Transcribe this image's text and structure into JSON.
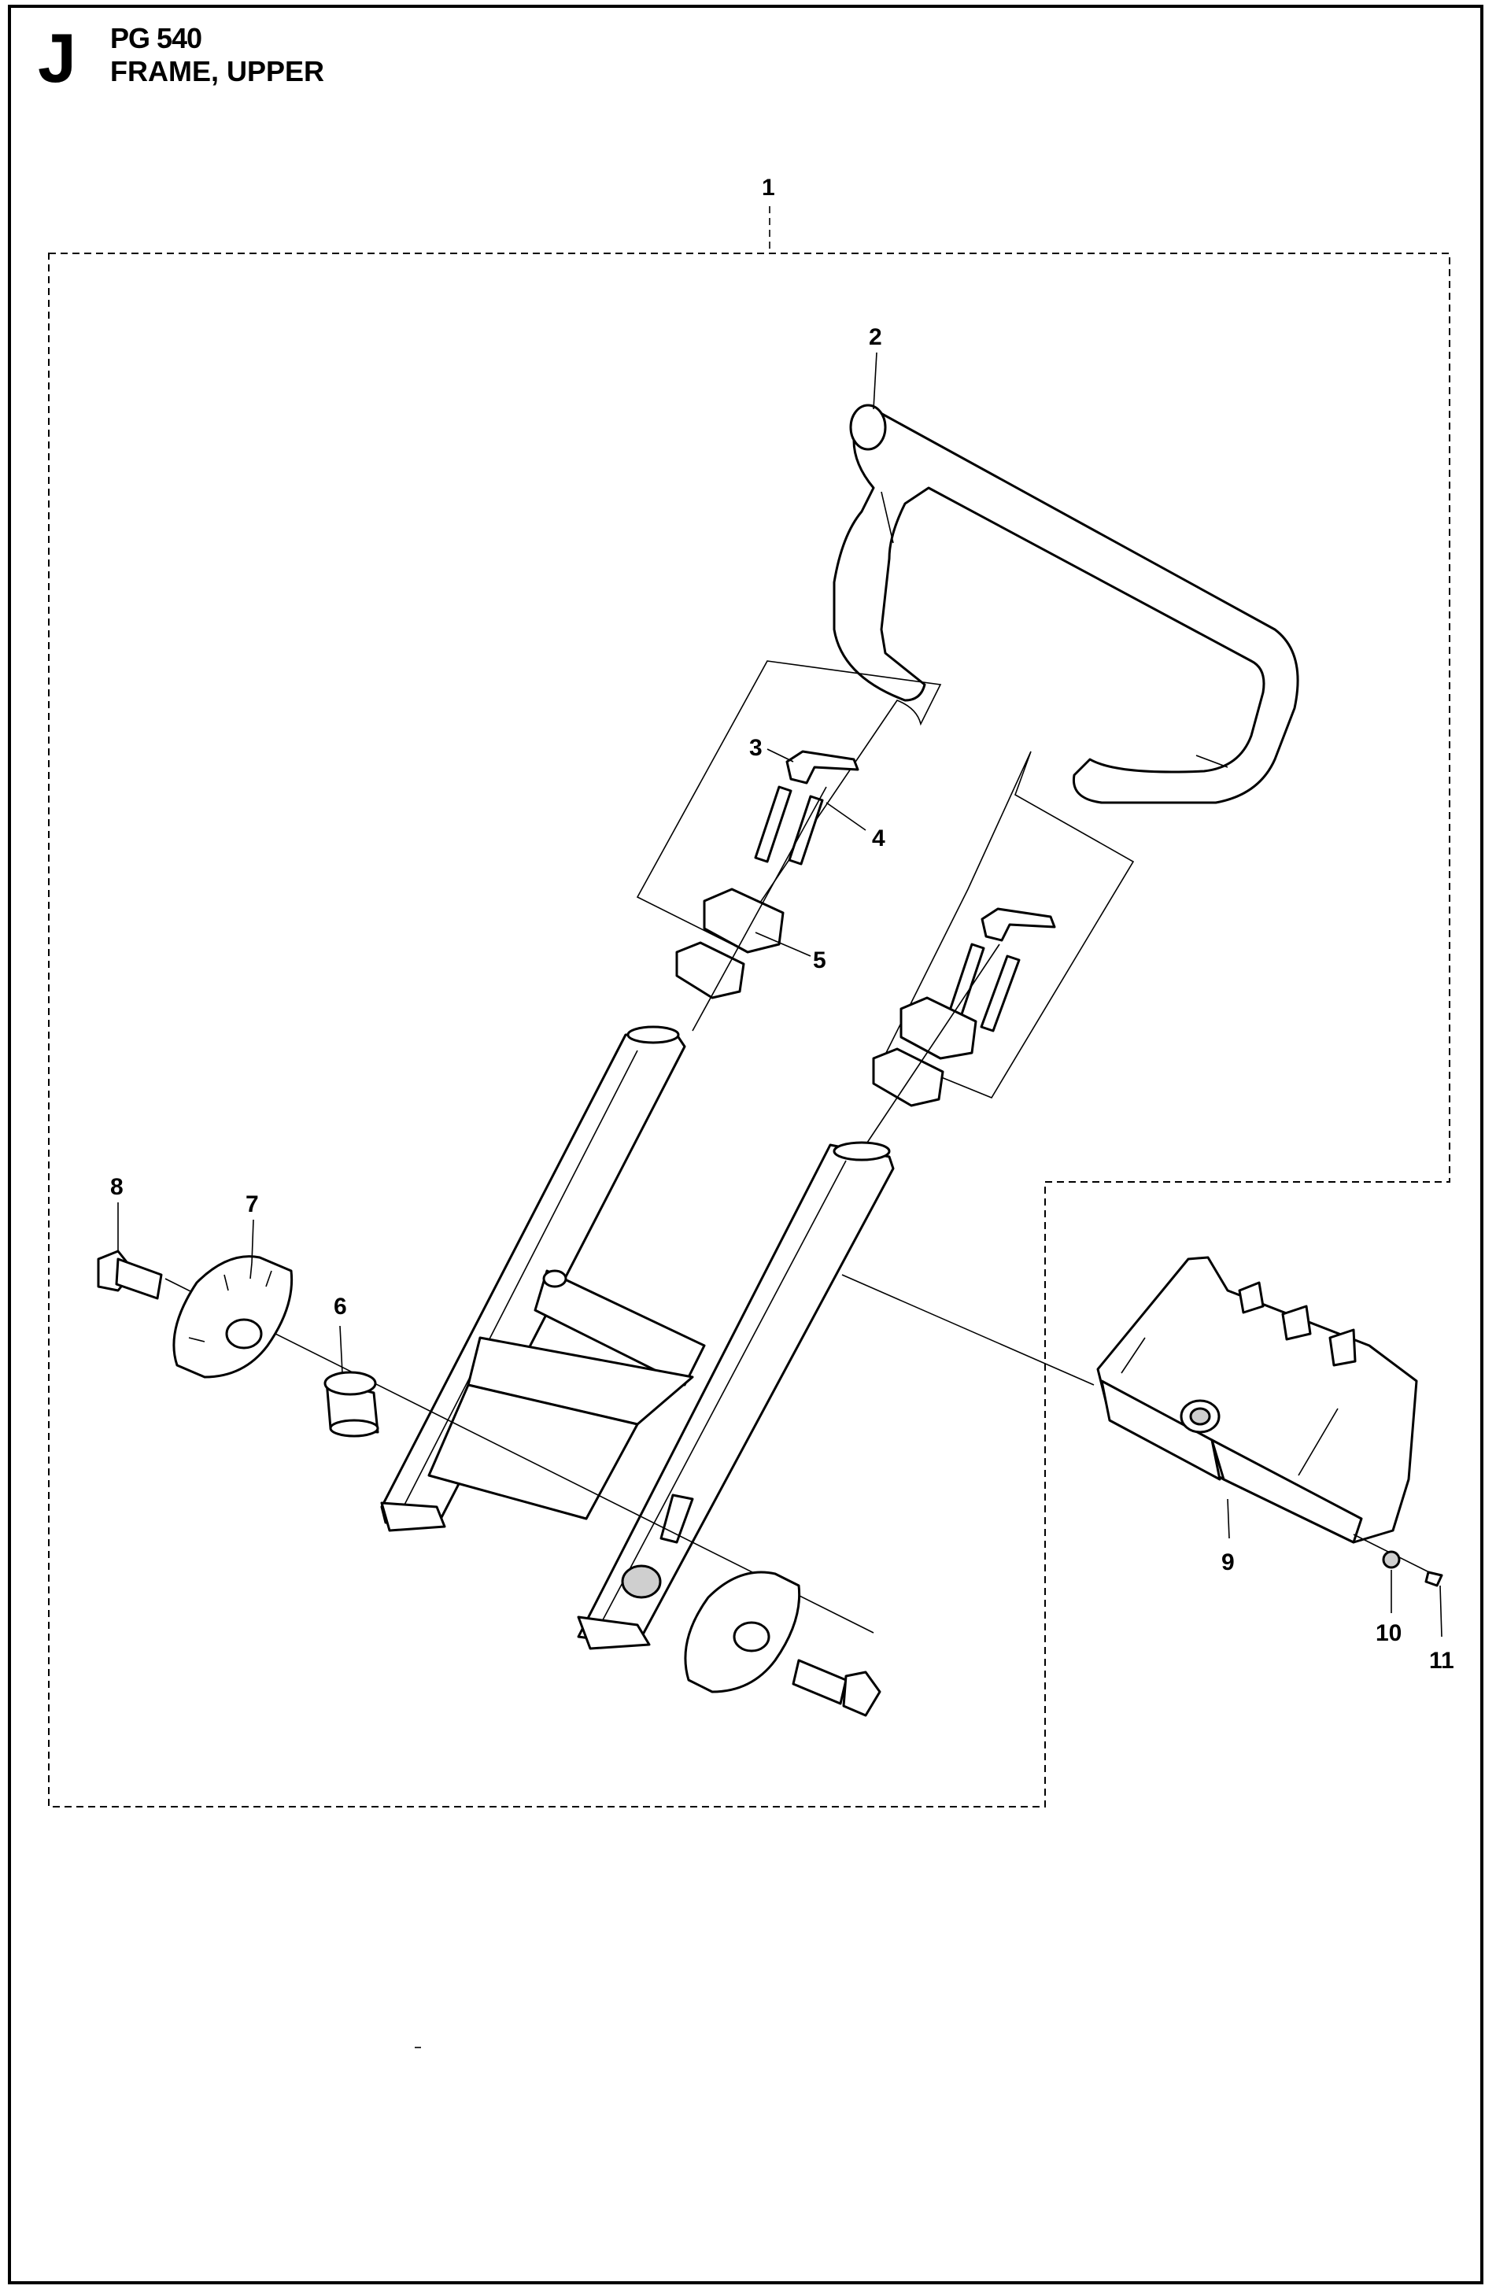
{
  "header": {
    "section_letter": "J",
    "model": "PG 540",
    "title": "FRAME, UPPER"
  },
  "callouts": [
    "1",
    "2",
    "3",
    "4",
    "5",
    "6",
    "7",
    "8",
    "9",
    "10",
    "11"
  ]
}
